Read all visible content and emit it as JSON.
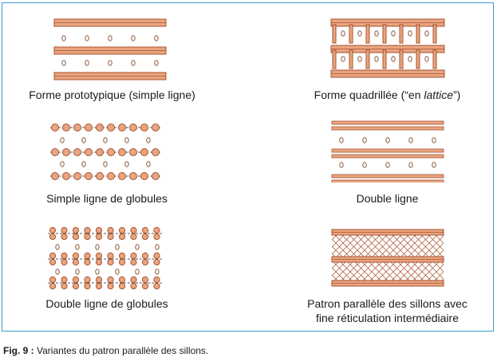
{
  "figure": {
    "panels": [
      {
        "id": "prototypique",
        "label_parts": [
          "Forme prototypique (simple ligne)"
        ]
      },
      {
        "id": "quadrillee",
        "label_parts": [
          "Forme quadrillée (“en ",
          "lattice",
          "”)"
        ]
      },
      {
        "id": "simple-globules",
        "label_parts": [
          "Simple ligne de globules"
        ]
      },
      {
        "id": "double-ligne",
        "label_parts": [
          "Double ligne"
        ]
      },
      {
        "id": "double-globules",
        "label_parts": [
          "Double ligne de globules"
        ]
      },
      {
        "id": "reticulation",
        "label_line1": "Patron parallèle des sillons avec",
        "label_line2": "fine réticulation intermédiaire"
      }
    ],
    "caption_number": "Fig. 9 :",
    "caption_text": " Variantes du patron parallèle des sillons."
  },
  "colors": {
    "ridge_fill": "#e8a581",
    "ridge_stroke": "#a8532d",
    "pore_stroke": "#8c5a3c",
    "line": "#555555",
    "frame": "#3a9bd0"
  }
}
